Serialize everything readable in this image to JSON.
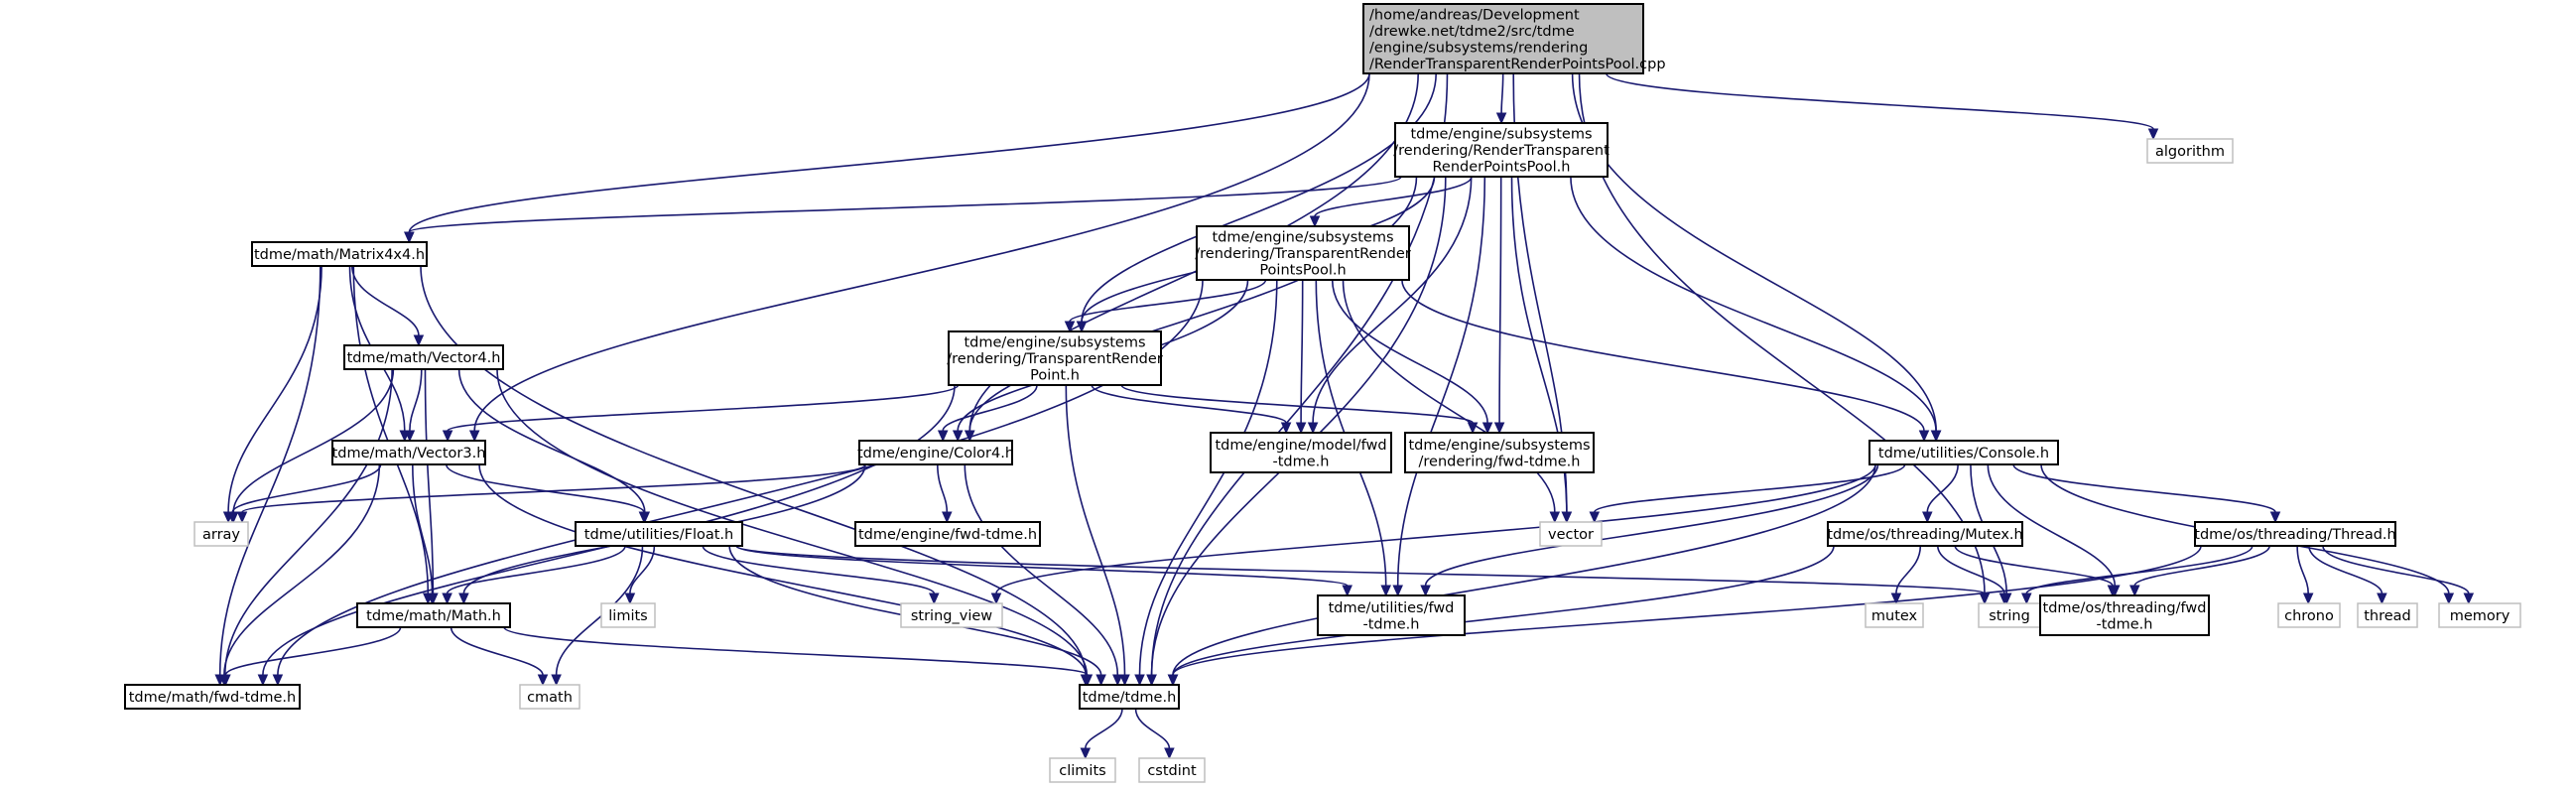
{
  "nodes": {
    "root": [
      "/home/andreas/Development",
      "/drewke.net/tdme2/src/tdme",
      "/engine/subsystems/rendering",
      "/RenderTransparentRenderPointsPool.cpp"
    ],
    "rtrpp_h": [
      "tdme/engine/subsystems",
      "/rendering/RenderTransparent",
      "RenderPointsPool.h"
    ],
    "algorithm": [
      "algorithm"
    ],
    "matrix4x4": [
      "tdme/math/Matrix4x4.h"
    ],
    "trpp_h": [
      "tdme/engine/subsystems",
      "/rendering/TransparentRender",
      "PointsPool.h"
    ],
    "vector4": [
      "tdme/math/Vector4.h"
    ],
    "trp_h": [
      "tdme/engine/subsystems",
      "/rendering/TransparentRender",
      "Point.h"
    ],
    "vector3": [
      "tdme/math/Vector3.h"
    ],
    "color4": [
      "tdme/engine/Color4.h"
    ],
    "model_fwd": [
      "tdme/engine/model/fwd",
      "-tdme.h"
    ],
    "rendering_fwd": [
      "tdme/engine/subsystems",
      "/rendering/fwd-tdme.h"
    ],
    "console": [
      "tdme/utilities/Console.h"
    ],
    "array": [
      "array"
    ],
    "engine_fwd": [
      "tdme/engine/fwd-tdme.h"
    ],
    "float": [
      "tdme/utilities/Float.h"
    ],
    "vector": [
      "vector"
    ],
    "mutex_h": [
      "tdme/os/threading/Mutex.h"
    ],
    "thread_h": [
      "tdme/os/threading/Thread.h"
    ],
    "limits": [
      "limits"
    ],
    "string_view": [
      "string_view"
    ],
    "utilities_fwd": [
      "tdme/utilities/fwd",
      "-tdme.h"
    ],
    "mutex": [
      "mutex"
    ],
    "string": [
      "string"
    ],
    "threading_fwd": [
      "tdme/os/threading/fwd",
      "-tdme.h"
    ],
    "chrono": [
      "chrono"
    ],
    "thread": [
      "thread"
    ],
    "memory": [
      "memory"
    ],
    "math_h": [
      "tdme/math/Math.h"
    ],
    "math_fwd": [
      "tdme/math/fwd-tdme.h"
    ],
    "cmath": [
      "cmath"
    ],
    "tdme_h": [
      "tdme/tdme.h"
    ],
    "climits": [
      "climits"
    ],
    "cstdint": [
      "cstdint"
    ]
  },
  "system_headers": [
    "algorithm",
    "array",
    "vector",
    "limits",
    "string_view",
    "mutex",
    "string",
    "chrono",
    "thread",
    "memory",
    "cmath",
    "climits",
    "cstdint"
  ],
  "edges": [
    [
      "root",
      "rtrpp_h"
    ],
    [
      "root",
      "algorithm"
    ],
    [
      "root",
      "matrix4x4"
    ],
    [
      "root",
      "vector3"
    ],
    [
      "root",
      "trp_h"
    ],
    [
      "root",
      "color4"
    ],
    [
      "root",
      "console"
    ],
    [
      "root",
      "vector"
    ],
    [
      "root",
      "string"
    ],
    [
      "root",
      "tdme_h"
    ],
    [
      "rtrpp_h",
      "matrix4x4"
    ],
    [
      "rtrpp_h",
      "trpp_h"
    ],
    [
      "rtrpp_h",
      "trp_h"
    ],
    [
      "rtrpp_h",
      "color4"
    ],
    [
      "rtrpp_h",
      "model_fwd"
    ],
    [
      "rtrpp_h",
      "rendering_fwd"
    ],
    [
      "rtrpp_h",
      "console"
    ],
    [
      "rtrpp_h",
      "vector"
    ],
    [
      "rtrpp_h",
      "utilities_fwd"
    ],
    [
      "rtrpp_h",
      "tdme_h"
    ],
    [
      "matrix4x4",
      "vector4"
    ],
    [
      "matrix4x4",
      "vector3"
    ],
    [
      "matrix4x4",
      "array"
    ],
    [
      "matrix4x4",
      "math_h"
    ],
    [
      "matrix4x4",
      "math_fwd"
    ],
    [
      "matrix4x4",
      "tdme_h"
    ],
    [
      "trpp_h",
      "trp_h"
    ],
    [
      "trpp_h",
      "color4"
    ],
    [
      "trpp_h",
      "model_fwd"
    ],
    [
      "trpp_h",
      "rendering_fwd"
    ],
    [
      "trpp_h",
      "console"
    ],
    [
      "trpp_h",
      "vector"
    ],
    [
      "trpp_h",
      "utilities_fwd"
    ],
    [
      "trpp_h",
      "tdme_h"
    ],
    [
      "trpp_h",
      "math_fwd"
    ],
    [
      "vector4",
      "vector3"
    ],
    [
      "vector4",
      "array"
    ],
    [
      "vector4",
      "float"
    ],
    [
      "vector4",
      "math_h"
    ],
    [
      "vector4",
      "math_fwd"
    ],
    [
      "vector4",
      "tdme_h"
    ],
    [
      "trp_h",
      "vector3"
    ],
    [
      "trp_h",
      "color4"
    ],
    [
      "trp_h",
      "model_fwd"
    ],
    [
      "trp_h",
      "rendering_fwd"
    ],
    [
      "trp_h",
      "math_fwd"
    ],
    [
      "trp_h",
      "tdme_h"
    ],
    [
      "vector3",
      "array"
    ],
    [
      "vector3",
      "float"
    ],
    [
      "vector3",
      "math_h"
    ],
    [
      "vector3",
      "math_fwd"
    ],
    [
      "vector3",
      "tdme_h"
    ],
    [
      "color4",
      "array"
    ],
    [
      "color4",
      "engine_fwd"
    ],
    [
      "color4",
      "math_h"
    ],
    [
      "color4",
      "tdme_h"
    ],
    [
      "console",
      "vector"
    ],
    [
      "console",
      "mutex_h"
    ],
    [
      "console",
      "thread_h"
    ],
    [
      "console",
      "string_view"
    ],
    [
      "console",
      "utilities_fwd"
    ],
    [
      "console",
      "string"
    ],
    [
      "console",
      "threading_fwd"
    ],
    [
      "console",
      "memory"
    ],
    [
      "console",
      "tdme_h"
    ],
    [
      "float",
      "limits"
    ],
    [
      "float",
      "string_view"
    ],
    [
      "float",
      "utilities_fwd"
    ],
    [
      "float",
      "string"
    ],
    [
      "float",
      "math_h"
    ],
    [
      "float",
      "cmath"
    ],
    [
      "float",
      "tdme_h"
    ],
    [
      "mutex_h",
      "mutex"
    ],
    [
      "mutex_h",
      "string"
    ],
    [
      "mutex_h",
      "threading_fwd"
    ],
    [
      "mutex_h",
      "tdme_h"
    ],
    [
      "thread_h",
      "chrono"
    ],
    [
      "thread_h",
      "thread"
    ],
    [
      "thread_h",
      "memory"
    ],
    [
      "thread_h",
      "string"
    ],
    [
      "thread_h",
      "threading_fwd"
    ],
    [
      "thread_h",
      "tdme_h"
    ],
    [
      "math_h",
      "math_fwd"
    ],
    [
      "math_h",
      "cmath"
    ],
    [
      "math_h",
      "tdme_h"
    ],
    [
      "tdme_h",
      "climits"
    ],
    [
      "tdme_h",
      "cstdint"
    ]
  ]
}
